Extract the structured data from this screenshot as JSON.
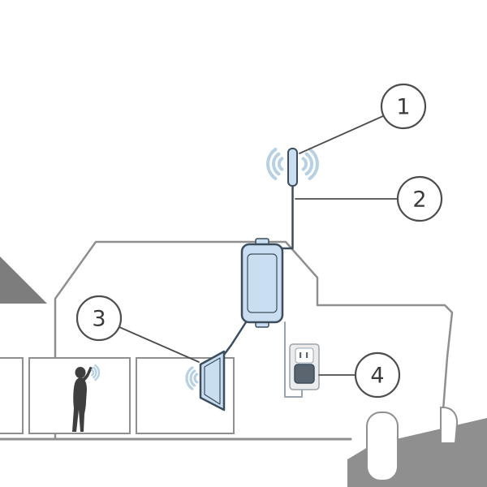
{
  "diagram": {
    "subject": "cell-signal-booster-installation-cutaway",
    "callouts": [
      {
        "label": "1",
        "target": "external-antenna"
      },
      {
        "label": "2",
        "target": "coax-cable"
      },
      {
        "label": "3",
        "target": "indoor-antenna"
      },
      {
        "label": "4",
        "target": "power-outlet"
      }
    ],
    "colors": {
      "component_fill": "#c9def0",
      "component_stroke": "#3c4e5e",
      "signal_wave": "#b7d0e2",
      "house_line": "#8f8f8f",
      "ground_fill": "#8f8f8f",
      "roof_fill": "#7d7d7d",
      "callout_stroke": "#4d4d4d",
      "silhouette": "#3f3f3f",
      "outlet_plate": "#ececec",
      "plug_fill": "#5a6570",
      "background": "#ffffff"
    }
  }
}
